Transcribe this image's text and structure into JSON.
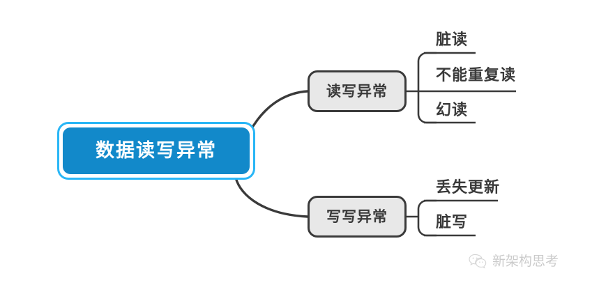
{
  "diagram": {
    "type": "mindmap",
    "background_color": "#ffffff",
    "root": {
      "label": "数据读写异常",
      "fill_color": "#1289ca",
      "border_color": "#29b6f6",
      "text_color": "#ffffff"
    },
    "branches": [
      {
        "id": "read-write",
        "label": "读写异常",
        "fill_color": "#e8e8e8",
        "border_color": "#3a3a3a",
        "leaves": [
          {
            "label": "脏读"
          },
          {
            "label": "不能重复读"
          },
          {
            "label": "幻读"
          }
        ]
      },
      {
        "id": "write-write",
        "label": "写写异常",
        "fill_color": "#e8e8e8",
        "border_color": "#3a3a3a",
        "leaves": [
          {
            "label": "丢失更新"
          },
          {
            "label": "脏写"
          }
        ]
      }
    ],
    "connector_color": "#3a3a3a"
  },
  "watermark": {
    "icon": "wechat-icon",
    "text": "新架构思考"
  }
}
